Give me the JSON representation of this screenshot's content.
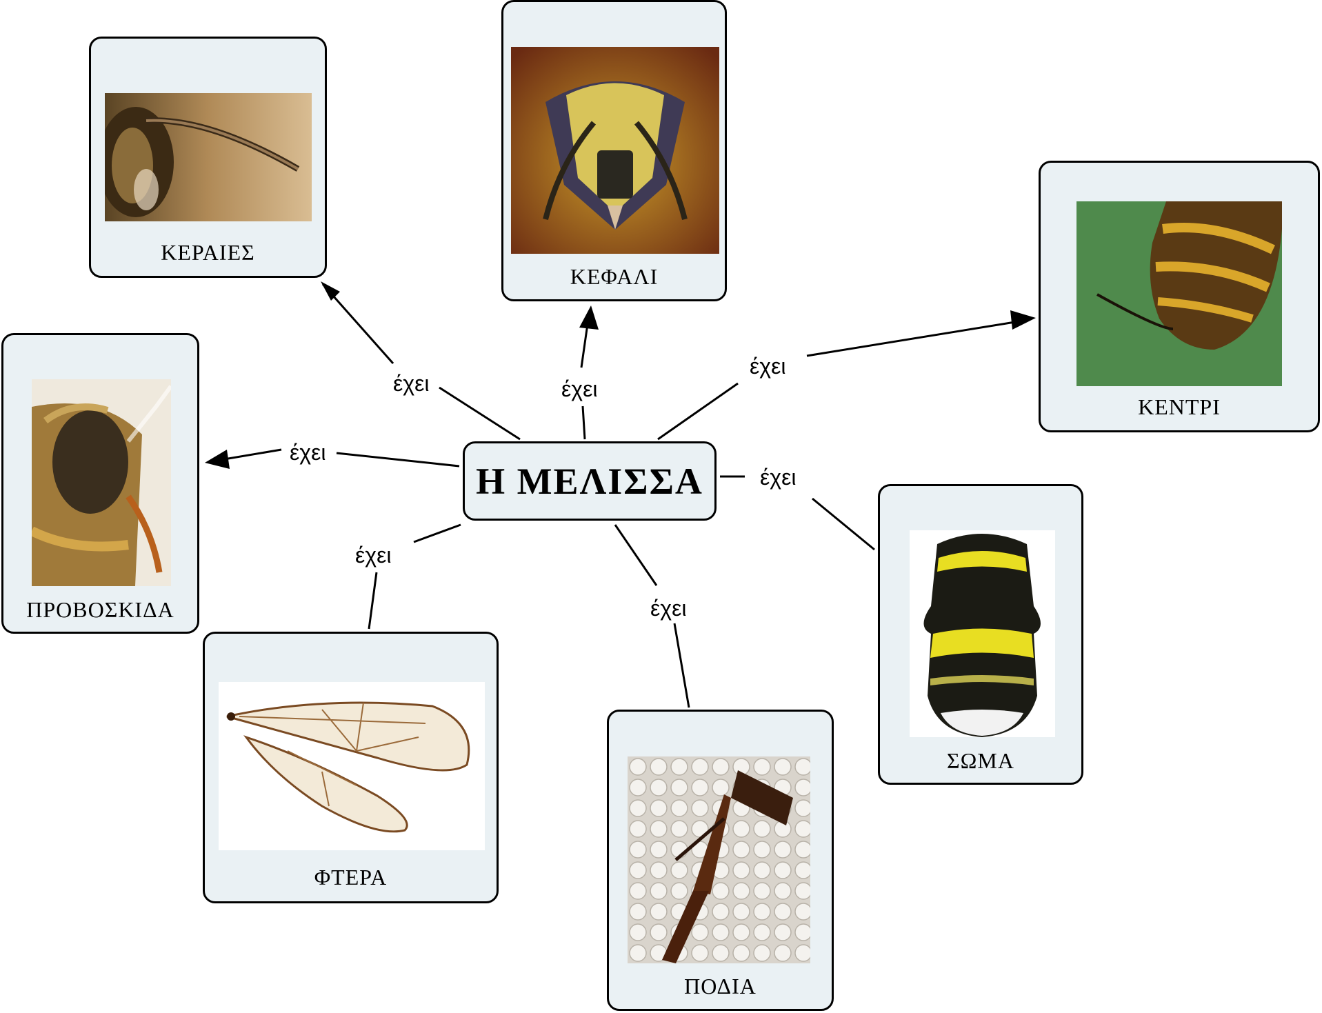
{
  "center": {
    "label": "Η ΜΕΛΙΣΣΑ"
  },
  "link_label": "έχει",
  "nodes": {
    "keraies": {
      "label": "ΚΕΡΑΙΕΣ",
      "image": "bee-antenna-photo"
    },
    "kefali": {
      "label": "ΚΕΦΑΛΙ",
      "image": "bee-head-photo"
    },
    "kentri": {
      "label": "ΚΕΝΤΡΙ",
      "image": "bee-stinger-photo"
    },
    "proboskida": {
      "label": "ΠΡΟΒΟΣΚΙΔΑ",
      "image": "bee-proboscis-photo"
    },
    "soma": {
      "label": "ΣΩΜΑ",
      "image": "bee-body-photo"
    },
    "ftera": {
      "label": "ΦΤΕΡΑ",
      "image": "bee-wings-photo"
    },
    "podia": {
      "label": "ΠΟΔΙΑ",
      "image": "bee-leg-photo"
    }
  },
  "colors": {
    "node_fill": "#eaf1f4",
    "border": "#000000",
    "background": "#ffffff"
  }
}
